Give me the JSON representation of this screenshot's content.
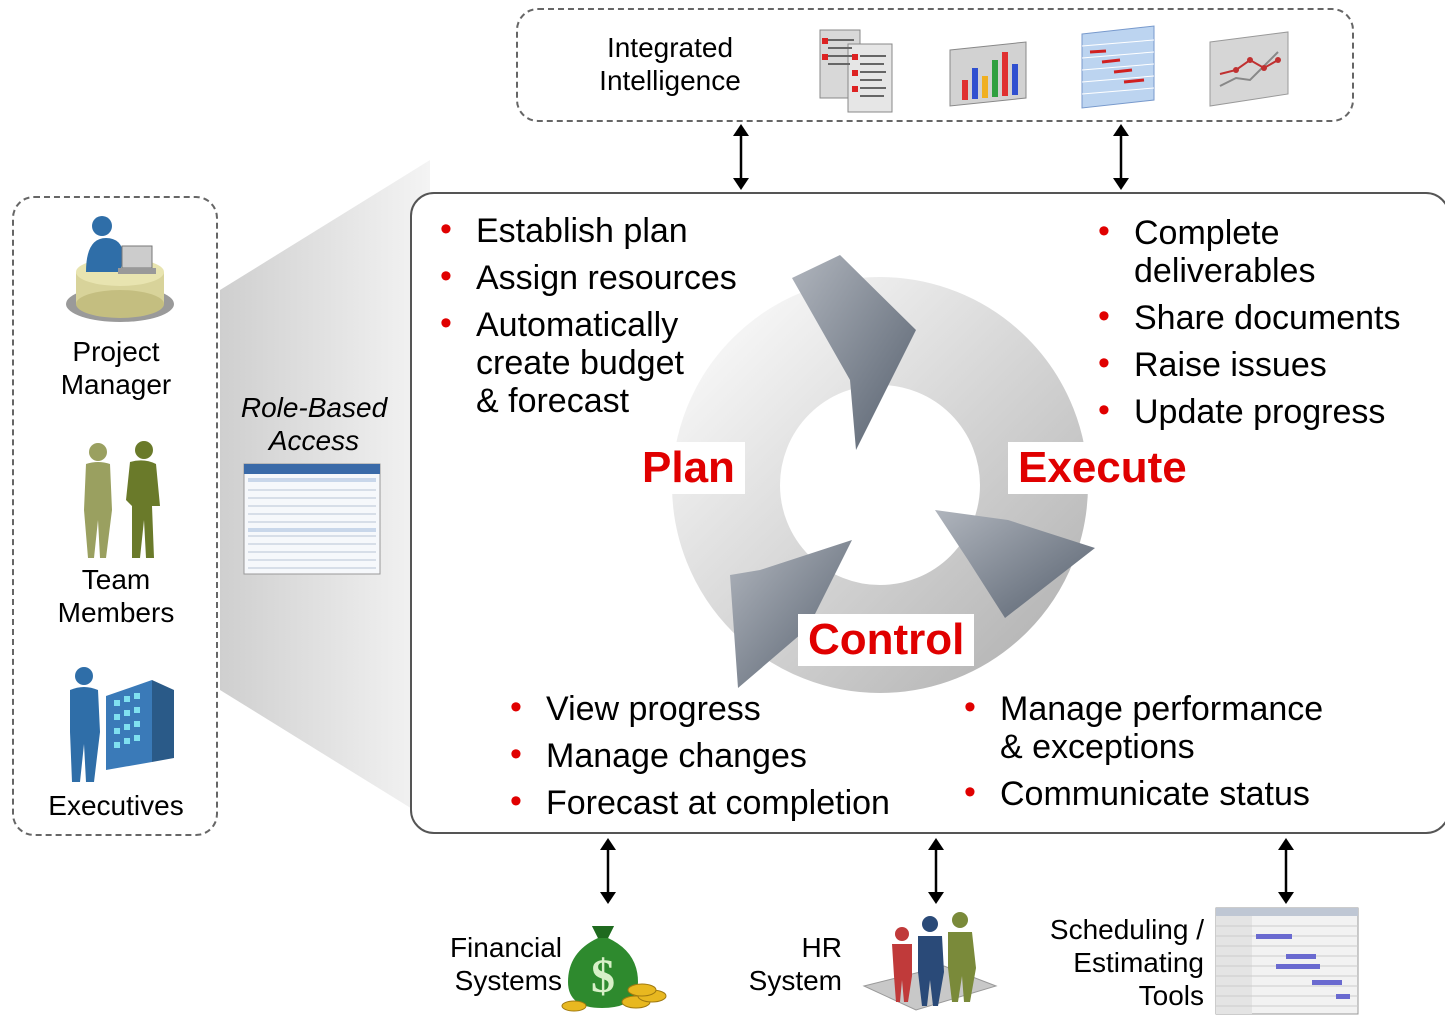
{
  "top_system": {
    "label": "Integrated\nIntelligence",
    "icons": [
      "report-documents-icon",
      "bar-chart-icon",
      "gantt-spreadsheet-icon",
      "line-chart-icon"
    ]
  },
  "roles": {
    "items": [
      {
        "label": "Project\nManager",
        "icon": "project-manager-icon"
      },
      {
        "label": "Team\nMembers",
        "icon": "team-members-icon"
      },
      {
        "label": "Executives",
        "icon": "executives-icon"
      }
    ],
    "access_label": "Role-Based\nAccess"
  },
  "phases": {
    "plan": "Plan",
    "execute": "Execute",
    "control": "Control"
  },
  "plan_items": [
    "Establish plan",
    "Assign resources",
    "Automatically\ncreate budget\n& forecast"
  ],
  "execute_items": [
    "Complete\ndeliverables",
    "Share documents",
    "Raise issues",
    "Update progress"
  ],
  "control_left_items": [
    "View progress",
    "Manage changes",
    "Forecast at completion"
  ],
  "control_right_items": [
    "Manage performance\n& exceptions",
    "Communicate status"
  ],
  "bottom_systems": [
    {
      "label": "Financial\nSystems",
      "icon": "money-bag-icon"
    },
    {
      "label": "HR\nSystem",
      "icon": "people-platform-icon"
    },
    {
      "label": "Scheduling /\nEstimating\nTools",
      "icon": "gantt-chart-icon"
    }
  ],
  "colors": {
    "accent": "#e00000",
    "border": "#555555",
    "cycle_arrow": "#6d7480"
  }
}
